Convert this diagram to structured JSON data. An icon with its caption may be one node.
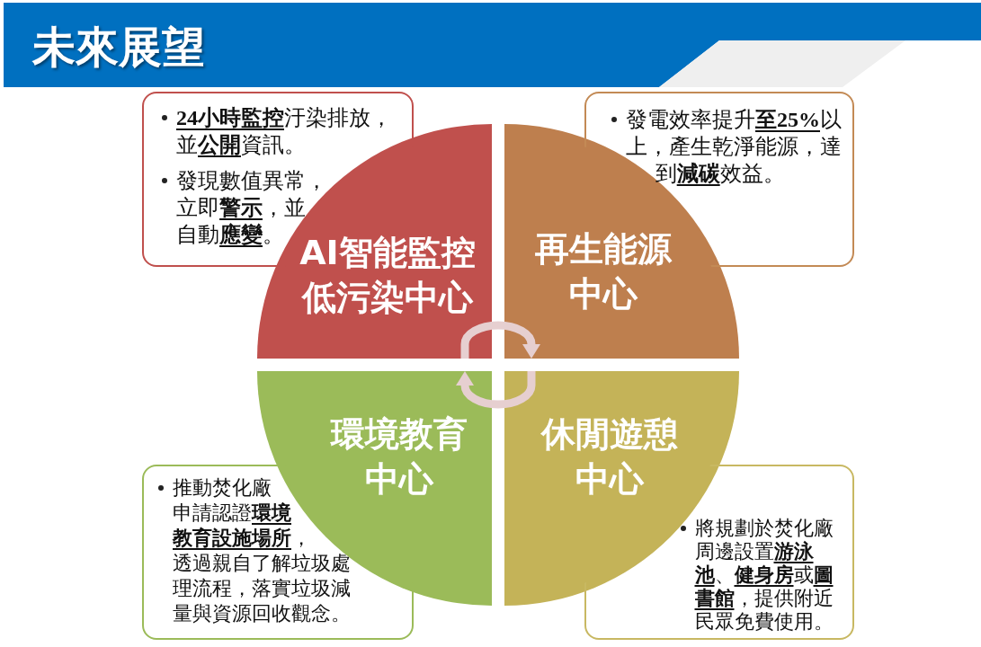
{
  "diagram": {
    "title": "未來展望",
    "nodes": [
      {
        "text": [
          "**24小時監控**汙染排放，並**公開**資訊。",
          "發現數值異常，立即**警示**，並自動**應變**。"
        ]
      },
      {
        "text": [
          "發電效率提升**至25%**以上，產生乾淨能源，達到**減碳**效益。"
        ]
      },
      {
        "text": [
          "AI智能監控低污染中心"
        ]
      },
      {
        "text": [
          "再生能源中心"
        ]
      },
      {
        "text": [
          "環境教育中心"
        ]
      },
      {
        "text": [
          "休閒遊憩中心"
        ]
      },
      {
        "text": [
          "推動焚化廠申請認證**環境教育設施場所**，透過親自了解垃圾處理流程，落實垃圾減量與資源回收觀念。"
        ]
      },
      {
        "text": [
          "將規劃於焚化廠周邊設置**游泳池**、**健身房**或**圖書館**，提供附近民眾免費使用。"
        ]
      }
    ],
    "edges": [
      {
        "from": 2,
        "to": 3,
        "arrow": "to"
      },
      {
        "from": 5,
        "to": 4,
        "arrow": "to"
      }
    ]
  }
}
